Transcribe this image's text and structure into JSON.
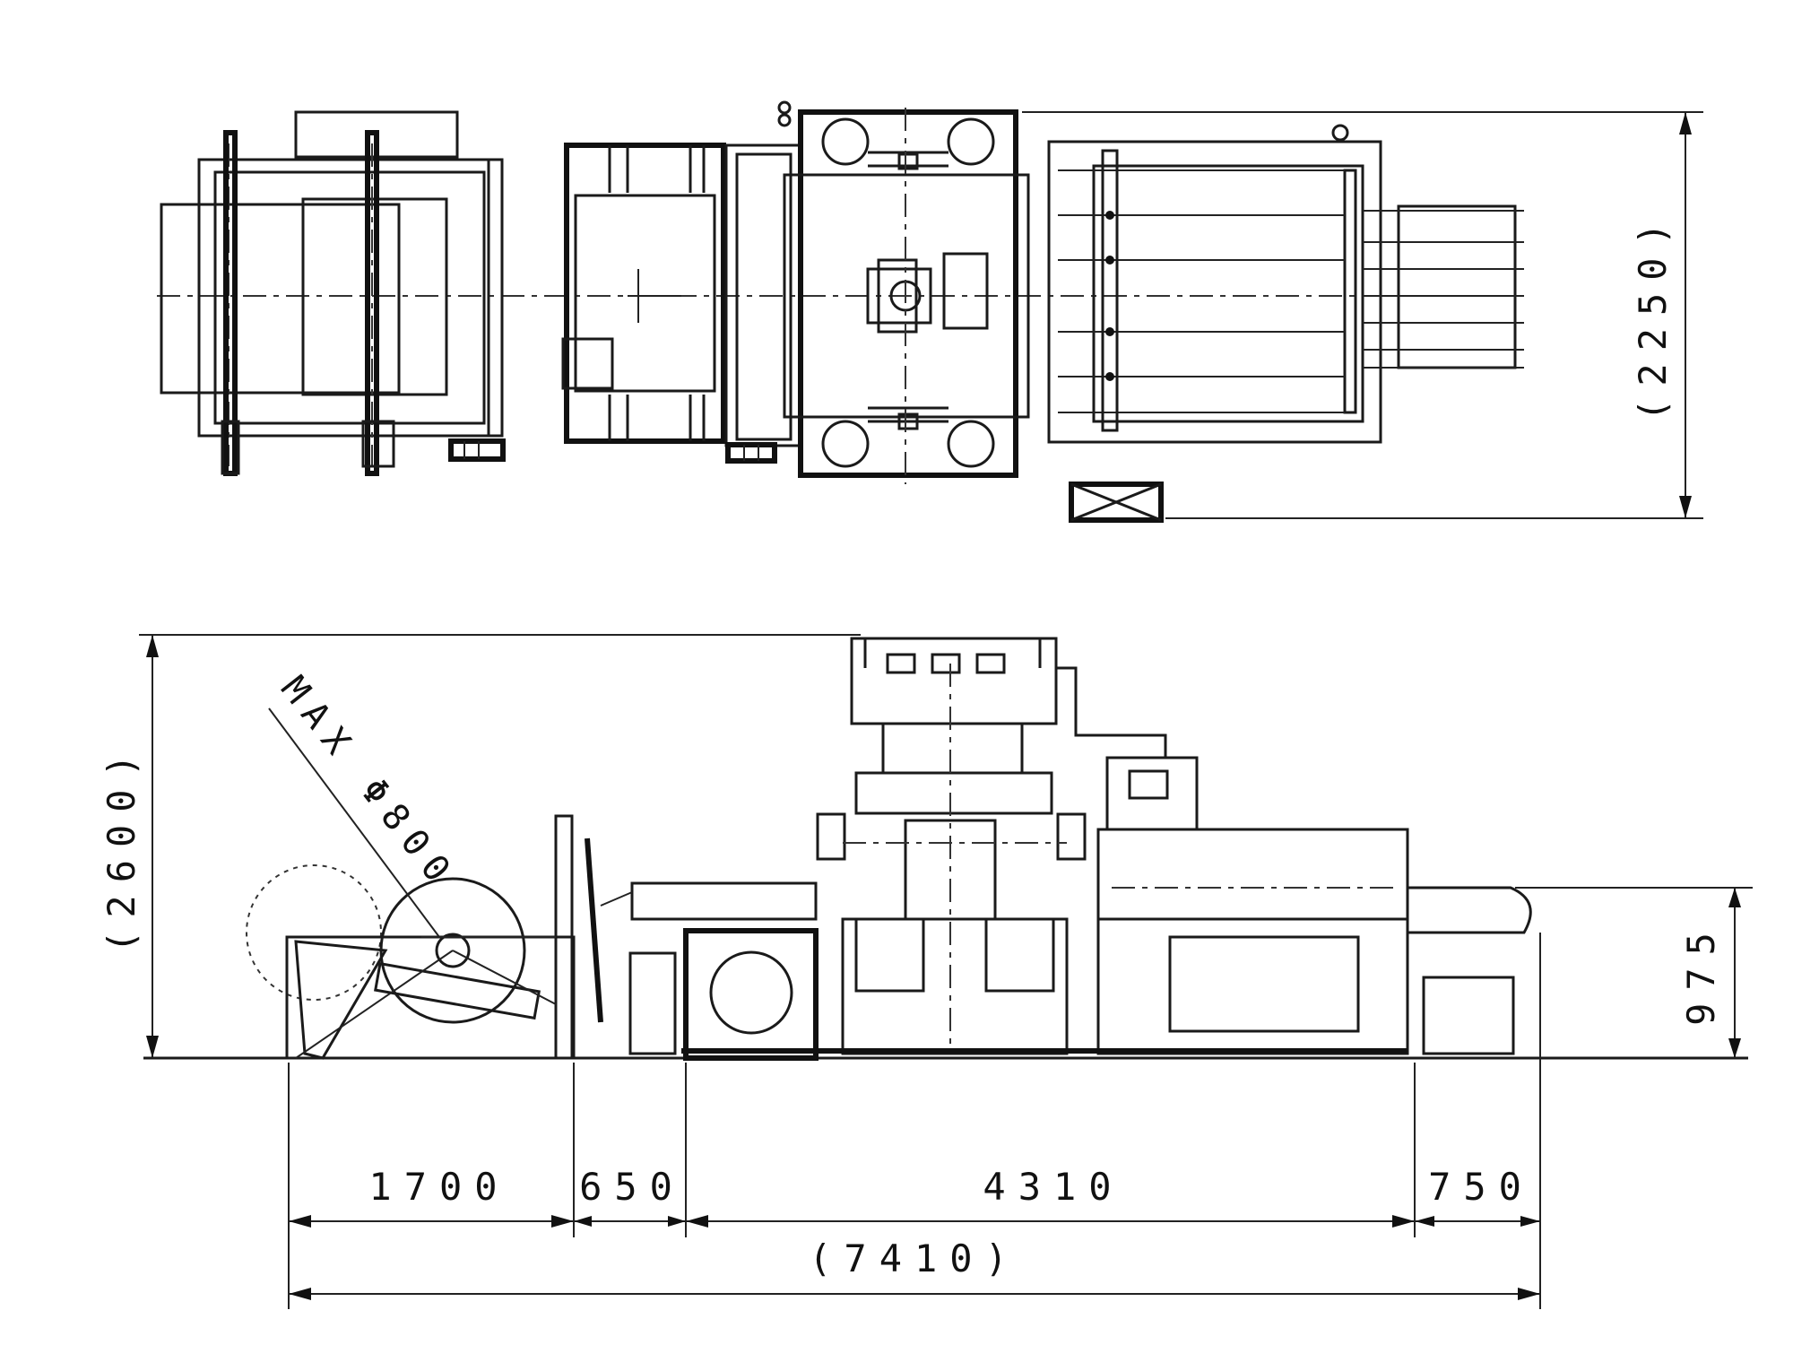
{
  "dimensions": {
    "plan_width": "(2250)",
    "overall_height": "(2600)",
    "table_height": "975",
    "coil_diameter": "MAX Φ800",
    "seg_uncoiler": "1700",
    "seg_gap": "650",
    "seg_press": "4310",
    "seg_conveyor": "750",
    "overall_length": "(7410)"
  }
}
